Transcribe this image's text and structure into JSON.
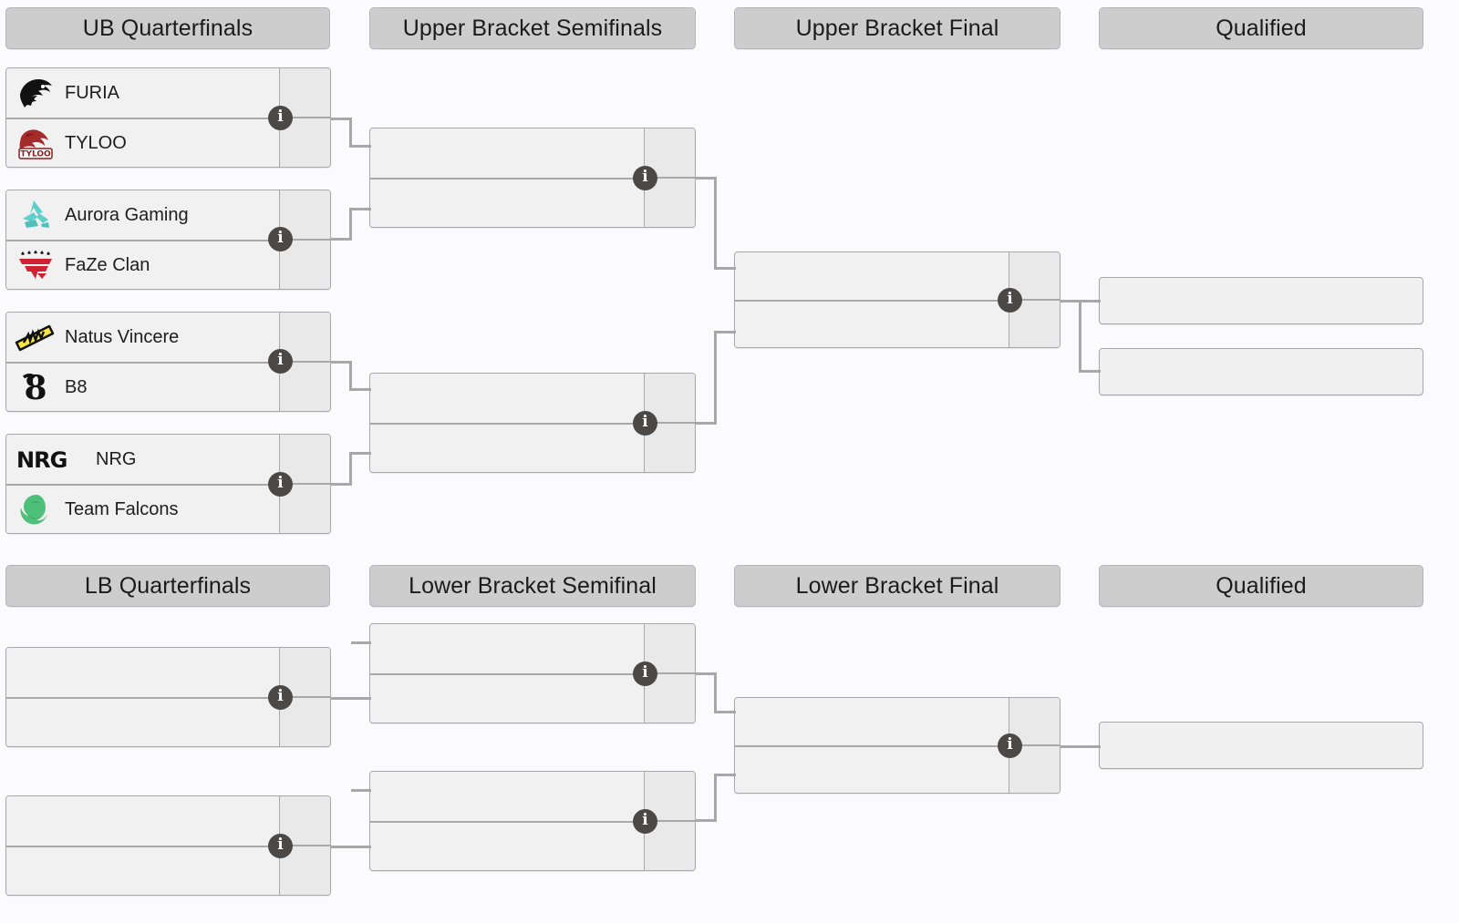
{
  "bracket": {
    "upper": {
      "headers": [
        {
          "label": "UB Quarterfinals"
        },
        {
          "label": "Upper Bracket Semifinals"
        },
        {
          "label": "Upper Bracket Final"
        },
        {
          "label": "Qualified"
        }
      ],
      "quarterfinals": [
        {
          "top": {
            "team": "FURIA",
            "logo": "furia-logo",
            "score": ""
          },
          "bottom": {
            "team": "TYLOO",
            "logo": "tyloo-logo",
            "score": ""
          },
          "info": "match-info"
        },
        {
          "top": {
            "team": "Aurora Gaming",
            "logo": "aurora-logo",
            "score": ""
          },
          "bottom": {
            "team": "FaZe Clan",
            "logo": "faze-logo",
            "score": ""
          },
          "info": "match-info"
        },
        {
          "top": {
            "team": "Natus Vincere",
            "logo": "navi-logo",
            "score": ""
          },
          "bottom": {
            "team": "B8",
            "logo": "b8-logo",
            "score": ""
          },
          "info": "match-info"
        },
        {
          "top": {
            "team": "NRG",
            "logo": "nrg-logo",
            "score": ""
          },
          "bottom": {
            "team": "Team Falcons",
            "logo": "falcons-logo",
            "score": ""
          },
          "info": "match-info"
        }
      ],
      "semifinals": [
        {
          "top": {
            "team": "",
            "score": ""
          },
          "bottom": {
            "team": "",
            "score": ""
          },
          "info": "match-info"
        },
        {
          "top": {
            "team": "",
            "score": ""
          },
          "bottom": {
            "team": "",
            "score": ""
          },
          "info": "match-info"
        }
      ],
      "final": {
        "top": {
          "team": "",
          "score": ""
        },
        "bottom": {
          "team": "",
          "score": ""
        },
        "info": "match-info"
      },
      "qualified": [
        {
          "team": ""
        },
        {
          "team": ""
        }
      ]
    },
    "lower": {
      "headers": [
        {
          "label": "LB Quarterfinals"
        },
        {
          "label": "Lower Bracket Semifinal"
        },
        {
          "label": "Lower Bracket Final"
        },
        {
          "label": "Qualified"
        }
      ],
      "quarterfinals": [
        {
          "top": {
            "team": "",
            "score": ""
          },
          "bottom": {
            "team": "",
            "score": ""
          },
          "info": "match-info"
        },
        {
          "top": {
            "team": "",
            "score": ""
          },
          "bottom": {
            "team": "",
            "score": ""
          },
          "info": "match-info"
        }
      ],
      "semifinals": [
        {
          "top": {
            "team": "",
            "score": ""
          },
          "bottom": {
            "team": "",
            "score": ""
          },
          "info": "match-info"
        },
        {
          "top": {
            "team": "",
            "score": ""
          },
          "bottom": {
            "team": "",
            "score": ""
          },
          "info": "match-info"
        }
      ],
      "final": {
        "top": {
          "team": "",
          "score": ""
        },
        "bottom": {
          "team": "",
          "score": ""
        },
        "info": "match-info"
      },
      "qualified": [
        {
          "team": ""
        }
      ]
    }
  },
  "icons": {
    "info": "i"
  },
  "colors": {
    "background": "#fbfbfd",
    "header_fill": "#cdcdcd",
    "header_border": "#b4b4b4",
    "box_fill": "#f0f0f0",
    "box_border": "#a8a8a8",
    "line": "#a8a8a8",
    "info_bubble": "#4c4846",
    "text": "#1d1d1d"
  }
}
